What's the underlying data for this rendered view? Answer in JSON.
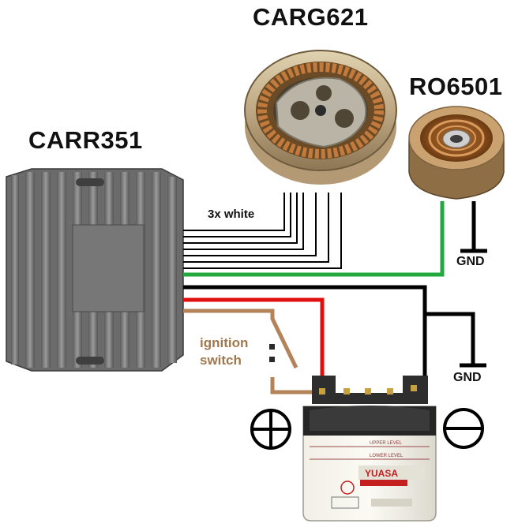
{
  "components": {
    "regulator": {
      "label": "CARR351"
    },
    "stator": {
      "label": "CARG621"
    },
    "rotor": {
      "label": "RO6501"
    },
    "battery": {
      "brand": "YUASA",
      "upper_level": "UPPER LEVEL",
      "lower_level": "LOWER LEVEL"
    }
  },
  "wires": {
    "stator_label": "3x white",
    "ignition_label_line1": "ignition",
    "ignition_label_line2": "switch",
    "gnd_rotor": "GND",
    "gnd_battery": "GND"
  },
  "terminals": {
    "positive": "plus-symbol",
    "negative": "minus-symbol"
  },
  "colors": {
    "green_wire": "#22a83c",
    "red_wire": "#e01010",
    "brown_wire": "#b5835a",
    "black_wire": "#000000",
    "white_wire": "#ffffff",
    "ignition_text": "#a07850"
  }
}
